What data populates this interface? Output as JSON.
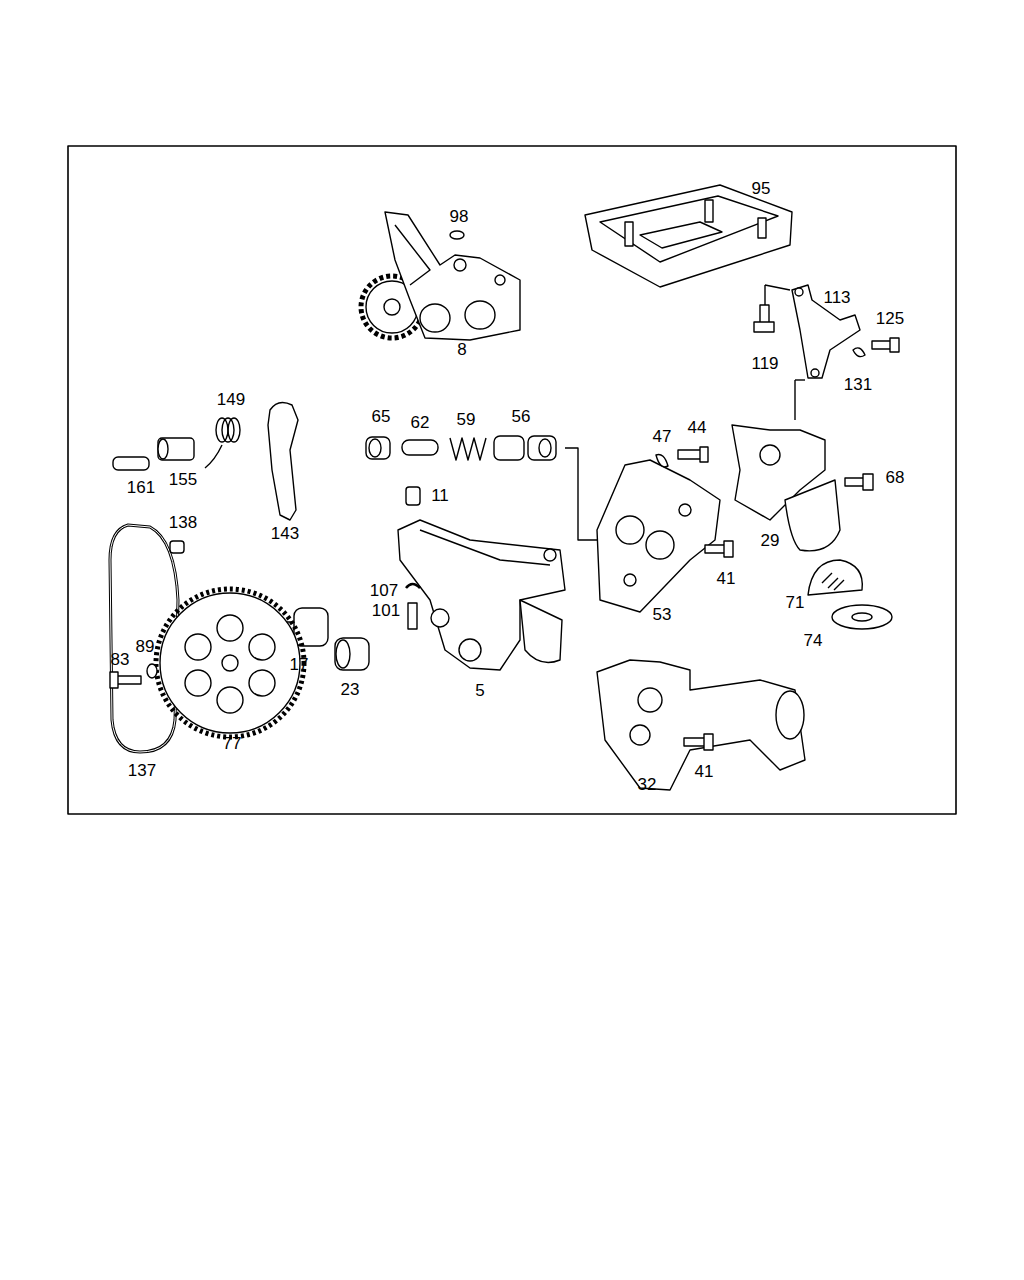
{
  "diagram": {
    "labels": [
      "95",
      "98",
      "113",
      "125",
      "119",
      "131",
      "8",
      "149",
      "65",
      "62",
      "59",
      "56",
      "47",
      "44",
      "161",
      "155",
      "11",
      "68",
      "138",
      "143",
      "29",
      "41",
      "107",
      "101",
      "71",
      "53",
      "89",
      "74",
      "83",
      "17",
      "23",
      "5",
      "77",
      "41",
      "137",
      "32"
    ]
  }
}
